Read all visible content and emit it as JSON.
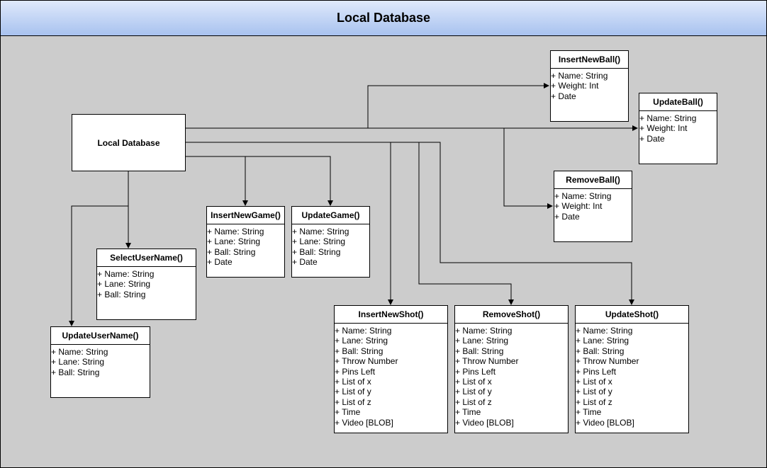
{
  "title": "Local Database",
  "root_node": "Local Database",
  "classes": [
    {
      "id": "insert-new-ball",
      "name": "InsertNewBall()",
      "attributes": [
        "+ Name: String",
        "+ Weight: Int",
        "+ Date"
      ]
    },
    {
      "id": "update-ball",
      "name": "UpdateBall()",
      "attributes": [
        "+ Name: String",
        "+ Weight: Int",
        "+ Date"
      ]
    },
    {
      "id": "remove-ball",
      "name": "RemoveBall()",
      "attributes": [
        "+ Name: String",
        "+ Weight: Int",
        "+ Date"
      ]
    },
    {
      "id": "insert-new-game",
      "name": "InsertNewGame()",
      "attributes": [
        "+ Name: String",
        "+ Lane: String",
        "+ Ball: String",
        "+ Date"
      ]
    },
    {
      "id": "update-game",
      "name": "UpdateGame()",
      "attributes": [
        "+ Name: String",
        "+ Lane: String",
        "+ Ball: String",
        "+ Date"
      ]
    },
    {
      "id": "select-user-name",
      "name": "SelectUserName()",
      "attributes": [
        "+ Name: String",
        "+ Lane: String",
        "+ Ball: String"
      ]
    },
    {
      "id": "update-user-name",
      "name": "UpdateUserName()",
      "attributes": [
        "+ Name: String",
        "+ Lane: String",
        "+ Ball: String"
      ]
    },
    {
      "id": "insert-new-shot",
      "name": "InsertNewShot()",
      "attributes": [
        "+ Name: String",
        "+ Lane: String",
        "+ Ball: String",
        "+ Throw Number",
        "+ Pins Left",
        "+ List of x",
        "+ List of y",
        "+ List of z",
        "+ Time",
        "+ Video [BLOB]"
      ]
    },
    {
      "id": "remove-shot",
      "name": "RemoveShot()",
      "attributes": [
        "+ Name: String",
        "+ Lane: String",
        "+ Ball: String",
        "+ Throw Number",
        "+ Pins Left",
        "+ List of x",
        "+ List of y",
        "+ List of z",
        "+ Time",
        "+ Video [BLOB]"
      ]
    },
    {
      "id": "update-shot",
      "name": "UpdateShot()",
      "attributes": [
        "+ Name: String",
        "+ Lane: String",
        "+ Ball: String",
        "+ Throw Number",
        "+ Pins Left",
        "+ List of x",
        "+ List of y",
        "+ List of z",
        "+ Time",
        "+ Video [BLOB]"
      ]
    }
  ],
  "colors": {
    "canvas": "#cccccc",
    "header_top": "#dfe9fb",
    "header_bottom": "#a8c2ef",
    "box": "#ffffff",
    "line": "#000000"
  }
}
